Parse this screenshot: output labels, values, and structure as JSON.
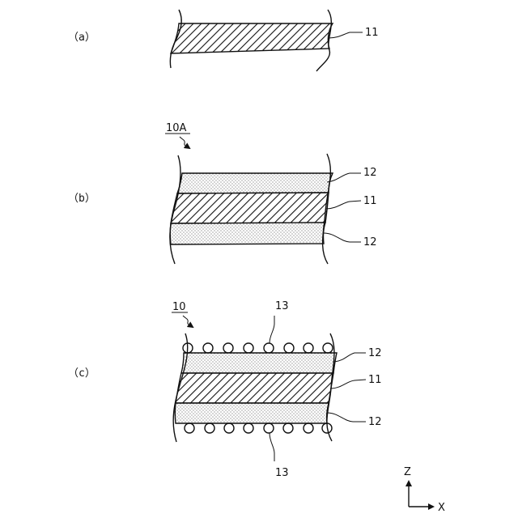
{
  "panels": {
    "a": {
      "label": "（a）",
      "layer_ref": "11"
    },
    "b": {
      "label": "（b）",
      "assembly_ref": "10A",
      "top_ref": "12",
      "mid_ref": "11",
      "bottom_ref": "12"
    },
    "c": {
      "label": "（c）",
      "assembly_ref": "10",
      "top_ref": "12",
      "mid_ref": "11",
      "bottom_ref": "12",
      "particle_ref_top": "13",
      "particle_ref_bottom": "13"
    }
  },
  "axes": {
    "z": "Z",
    "x": "X"
  },
  "layer_patterns": {
    "layer_11": "diagonal hatching",
    "layer_12": "dotted stipple"
  }
}
